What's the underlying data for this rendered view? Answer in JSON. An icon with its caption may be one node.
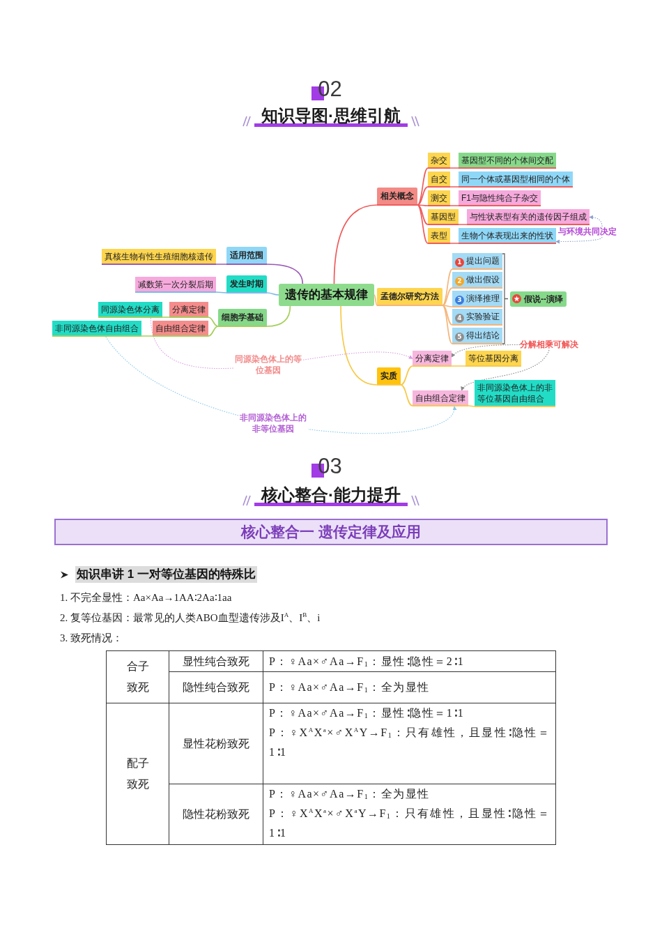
{
  "diagram": {
    "nodes": [
      {
        "text": [
          "遗传的基本规律"
        ]
      },
      {
        "text": [
          "相关概念"
        ]
      },
      {
        "text": [
          "杂交"
        ]
      },
      {
        "text": [
          "基因型不同的个体间交配"
        ]
      },
      {
        "text": [
          "自交"
        ]
      },
      {
        "text": [
          "同一个体或基因型相同的个体"
        ]
      },
      {
        "text": [
          "测交"
        ]
      },
      {
        "text": [
          "F1与隐性纯合子杂交"
        ]
      },
      {
        "text": [
          "基因型"
        ]
      },
      {
        "text": [
          "与性状表型有关的遗传因子组成"
        ]
      },
      {
        "text": [
          "表型"
        ]
      },
      {
        "text": [
          "生物个体表现出来的性状"
        ]
      },
      {
        "text": [
          "与环境共同决定"
        ]
      },
      {
        "text": [
          "适用范围"
        ]
      },
      {
        "text": [
          "真核生物有性生殖细胞核遗传"
        ]
      },
      {
        "text": [
          "发生时期"
        ]
      },
      {
        "text": [
          "减数第一次分裂后期"
        ]
      },
      {
        "text": [
          "细胞学基础"
        ]
      },
      {
        "text": [
          "分离定律"
        ]
      },
      {
        "text": [
          "同源染色体分离"
        ]
      },
      {
        "text": [
          "自由组合定律"
        ]
      },
      {
        "text": [
          "非同源染色体自由组合"
        ]
      },
      {
        "text": [
          "孟德尔研究方法"
        ]
      },
      {
        "text": [
          "1",
          "提出问题"
        ]
      },
      {
        "text": [
          "2",
          "做出假设"
        ]
      },
      {
        "text": [
          "3",
          "演绎推理"
        ]
      },
      {
        "text": [
          "4",
          "实验验证"
        ]
      },
      {
        "text": [
          "5",
          "得出结论"
        ]
      },
      {
        "text": [
          "假说--演绎"
        ]
      },
      {
        "text": [
          "实质"
        ]
      },
      {
        "text": [
          "分离定律"
        ]
      },
      {
        "text": [
          "等位基因分离"
        ]
      },
      {
        "text": [
          "自由组合定律"
        ]
      },
      {
        "text": [
          "非同源染色体上的非等位基因自由组合"
        ]
      },
      {
        "text": [
          "分解相乘可解决"
        ]
      }
    ],
    "edges": [
      {
        "from": 0,
        "to": 1,
        "arrow": "none"
      },
      {
        "from": 1,
        "to": 2,
        "arrow": "none"
      },
      {
        "from": 2,
        "to": 3,
        "arrow": "none"
      },
      {
        "from": 1,
        "to": 4,
        "arrow": "none"
      },
      {
        "from": 4,
        "to": 5,
        "arrow": "none"
      },
      {
        "from": 1,
        "to": 6,
        "arrow": "none"
      },
      {
        "from": 6,
        "to": 7,
        "arrow": "none"
      },
      {
        "from": 1,
        "to": 8,
        "arrow": "none"
      },
      {
        "from": 8,
        "to": 9,
        "arrow": "none"
      },
      {
        "from": 1,
        "to": 10,
        "arrow": "none"
      },
      {
        "from": 10,
        "to": 11,
        "arrow": "none"
      },
      {
        "from": 12,
        "to": 9,
        "arrow": "to",
        "style": "dashed",
        "color": "#8fa3cc"
      },
      {
        "from": 12,
        "to": 11,
        "arrow": "to",
        "style": "dashed",
        "color": "#8fa3cc"
      },
      {
        "from": 0,
        "to": 13,
        "arrow": "none",
        "color": "#9b59b6"
      },
      {
        "from": 13,
        "to": 14,
        "arrow": "none",
        "color": "#9b59b6"
      },
      {
        "from": 0,
        "to": 15,
        "arrow": "none",
        "color": "#7cb9e8"
      },
      {
        "from": 15,
        "to": 16,
        "arrow": "none",
        "color": "#7cb9e8"
      },
      {
        "from": 0,
        "to": 17,
        "arrow": "none",
        "color": "#a5cf5a"
      },
      {
        "from": 17,
        "to": 18,
        "arrow": "none",
        "color": "#a5cf5a"
      },
      {
        "from": 18,
        "to": 19,
        "arrow": "none",
        "color": "#a5cf5a"
      },
      {
        "from": 17,
        "to": 20,
        "arrow": "none",
        "color": "#a5cf5a"
      },
      {
        "from": 20,
        "to": 21,
        "arrow": "none",
        "color": "#a5cf5a"
      },
      {
        "from": 0,
        "to": 22,
        "arrow": "none",
        "color": "#f5b57a"
      },
      {
        "from": 22,
        "to": 23,
        "arrow": "none",
        "color": "#f5b57a"
      },
      {
        "from": 22,
        "to": 24,
        "arrow": "none",
        "color": "#f5b57a"
      },
      {
        "from": 22,
        "to": 25,
        "arrow": "none",
        "color": "#f5b57a"
      },
      {
        "from": 22,
        "to": 26,
        "arrow": "none",
        "color": "#f5b57a"
      },
      {
        "from": 22,
        "to": 27,
        "arrow": "none",
        "color": "#f5b57a"
      },
      {
        "from": 0,
        "to": 29,
        "arrow": "none",
        "color": "#f7c948"
      },
      {
        "from": 29,
        "to": 30,
        "arrow": "none",
        "color": "#f7c948"
      },
      {
        "from": 30,
        "to": 31,
        "arrow": "none",
        "color": "#f7c948"
      },
      {
        "from": 29,
        "to": 32,
        "arrow": "none",
        "color": "#f7c948"
      },
      {
        "from": 32,
        "to": 33,
        "arrow": "none",
        "color": "#f7c948"
      },
      {
        "from": 34,
        "to": 30,
        "arrow": "to",
        "style": "dashed",
        "color": "#888888"
      },
      {
        "from": 34,
        "to": 32,
        "arrow": "to",
        "style": "dashed",
        "color": "#888888"
      },
      {
        "from": 19,
        "to": 30,
        "arrow": "to",
        "style": "dashed",
        "color": "#d99be3",
        "label": "同源染色体上的等位基因"
      },
      {
        "from": 21,
        "to": 32,
        "arrow": "to",
        "style": "dashed",
        "color": "#86c8ea",
        "label": "非同源染色体上的非等位基因"
      }
    ],
    "labels": [
      "02",
      "知识导图·思维引航",
      "03",
      "核心整合·能力提升",
      "核心整合一 遗传定律及应用",
      "知识串讲 1 一对等位基因的特殊比",
      "1. 不完全显性：Aa×Aa→1AA∶2Aa∶1aa",
      "2. 复等位基因：最常见的人类ABO血型遗传涉及I$^{A}$、I$^{B}$、i",
      "3. 致死情况：",
      "合子致死",
      "显性纯合致死",
      "P：♀Aa×♂Aa→F$_{1}$：显性∶隐性＝2∶1",
      "隐性纯合致死",
      "P：♀Aa×♂Aa→F$_{1}$：全为显性",
      "配子致死",
      "显性花粉致死",
      "P：♀Aa×♂Aa→F$_{1}$：显性∶隐性＝1∶1",
      "P：♀X$^{A}$X$^{a}$×♂X$^{A}$Y→F$_{1}$：只有雄性，且显性∶隐性＝1∶1",
      "隐性花粉致死",
      "P：♀Aa×♂Aa→F$_{1}$：全为显性",
      "P：♀X$^{A}$X$^{a}$×♂X$^{a}$Y→F$_{1}$：只有雄性，且显性∶隐性＝1∶1"
    ]
  }
}
